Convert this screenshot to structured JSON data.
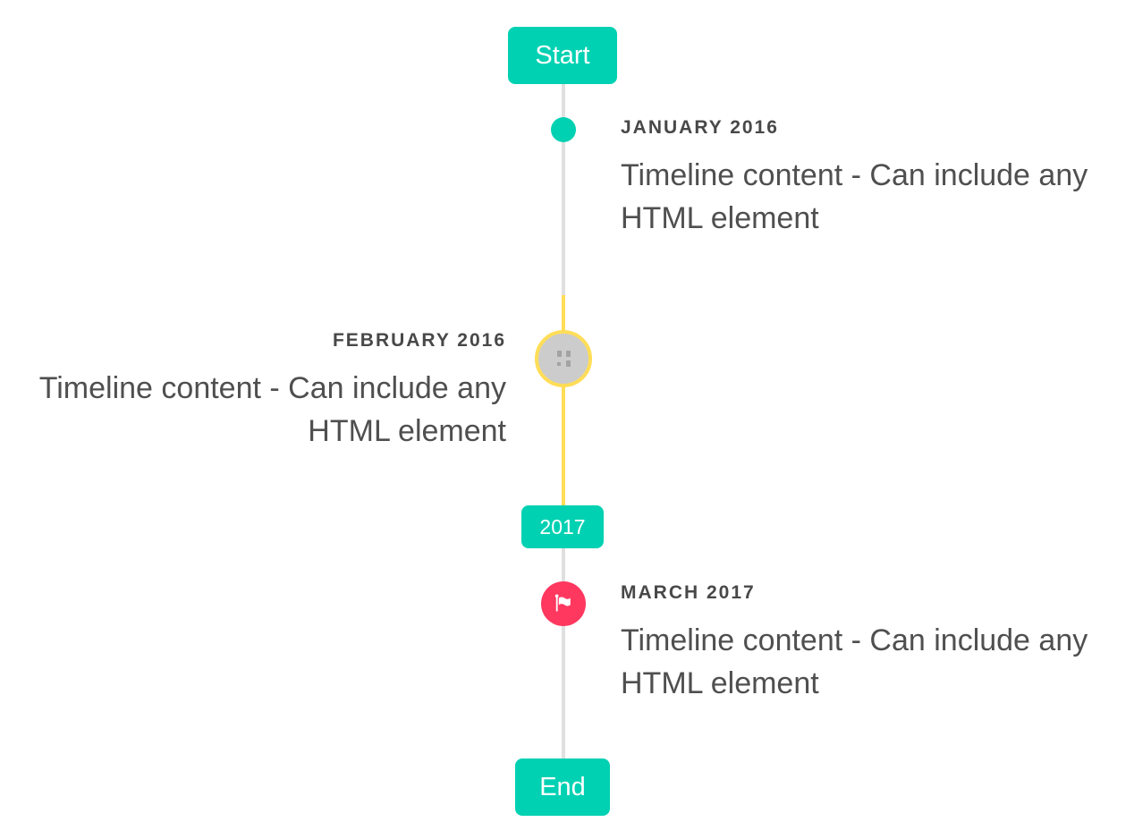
{
  "timeline": {
    "start_badge": "Start",
    "end_badge": "End",
    "year_badge": "2017",
    "items": [
      {
        "title": "JANUARY 2016",
        "content": "Timeline content - Can include any HTML element",
        "side": "right",
        "marker": "dot-icon"
      },
      {
        "title": "FEBRUARY 2016",
        "content": "Timeline content - Can include any HTML element",
        "side": "left",
        "marker": "broken-image-icon",
        "highlighted": true
      },
      {
        "title": "MARCH 2017",
        "content": "Timeline content - Can include any HTML element",
        "side": "right",
        "marker": "flag-icon"
      }
    ],
    "colors": {
      "primary": "#00d1b2",
      "highlight": "#ffdd57",
      "danger": "#ff3860",
      "line": "#e0e0e0",
      "marker_gray": "#cccccc",
      "title_text": "#484848",
      "content_text": "#4f4f4f"
    }
  }
}
